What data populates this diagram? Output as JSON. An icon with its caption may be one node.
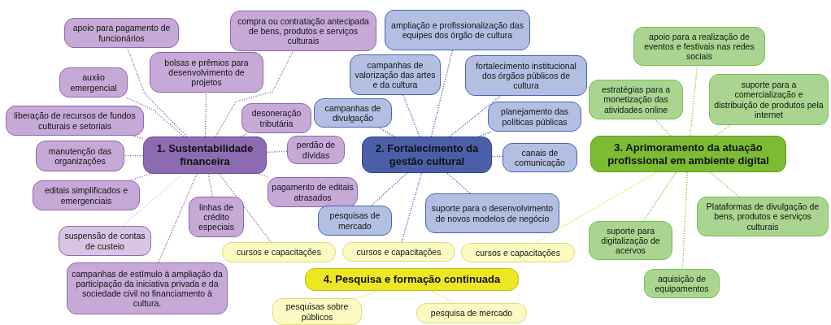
{
  "diagram": {
    "nodes": [
      {
        "text": [
          "1. Sustentabilidade financeira"
        ]
      },
      {
        "text": [
          "apoio para pagamento de funcionários"
        ]
      },
      {
        "text": [
          "compra ou contratação antecipada de bens, produtos e serviços culturais"
        ]
      },
      {
        "text": [
          "bolsas e prêmios para desenvolvimento de projetos"
        ]
      },
      {
        "text": [
          "auxiio emergencial"
        ]
      },
      {
        "text": [
          "liberação de recursos de fundos culturais e setoriais"
        ]
      },
      {
        "text": [
          "desoneração tributária"
        ]
      },
      {
        "text": [
          "perdão de dívidas"
        ]
      },
      {
        "text": [
          "manutenção das organizações"
        ]
      },
      {
        "text": [
          "editais simplificados e emergenciais"
        ]
      },
      {
        "text": [
          "pagamento de editais atrasados"
        ]
      },
      {
        "text": [
          "linhas de crédito especiais"
        ]
      },
      {
        "text": [
          "suspensão de contas de custeio"
        ]
      },
      {
        "text": [
          "campanhas de estímulo à ampliação da participação da iniciativa privada e da sociedade civil no financiamento à cultura."
        ]
      },
      {
        "text": [
          "2. Fortalecimento da gestão cultural"
        ]
      },
      {
        "text": [
          "ampliação e profissionalização das equipes dos órgão de cultura"
        ]
      },
      {
        "text": [
          "campanhas de valorização das artes e da cultura"
        ]
      },
      {
        "text": [
          "fortalecimento institucional dos órgãos públicos de cultura"
        ]
      },
      {
        "text": [
          "campanhas de divulgação"
        ]
      },
      {
        "text": [
          "planejamento das políticas públicas"
        ]
      },
      {
        "text": [
          "canais de comunicação"
        ]
      },
      {
        "text": [
          "suporte para o desenvolvimento de novos modelos de negócio"
        ]
      },
      {
        "text": [
          "pesquisas de mercado"
        ]
      },
      {
        "text": [
          "3. Aprimoramento da atuação profissional em ambiente digital"
        ]
      },
      {
        "text": [
          "apoio para a realização de eventos e festivais nas redes sociais"
        ]
      },
      {
        "text": [
          "estratégias para a monetização das atividades online"
        ]
      },
      {
        "text": [
          "suporte para a comercialização e distribuição de produtos pela internet"
        ]
      },
      {
        "text": [
          "Plataformas de divulgação de bens, produtos e serviços culturais"
        ]
      },
      {
        "text": [
          "suporte para digitalização de acervos"
        ]
      },
      {
        "text": [
          "aquisição de equipamentos"
        ]
      },
      {
        "text": [
          "cursos e capacitações"
        ]
      },
      {
        "text": [
          "cursos e capacitações"
        ]
      },
      {
        "text": [
          "cursos e capacitações"
        ]
      },
      {
        "text": [
          "4. Pesquisa e formação continuada"
        ]
      },
      {
        "text": [
          "pesquisas sobre públicos"
        ]
      },
      {
        "text": [
          "pesquisa de mercado"
        ]
      }
    ],
    "edges": [
      {
        "from": 0,
        "to": 1,
        "arrow": "none",
        "style": "dashed",
        "color": "#8f6fb3"
      },
      {
        "from": 0,
        "to": 2,
        "arrow": "none",
        "style": "dashed",
        "color": "#8f6fb3"
      },
      {
        "from": 0,
        "to": 3,
        "arrow": "none",
        "style": "dashed",
        "color": "#8f6fb3"
      },
      {
        "from": 0,
        "to": 4,
        "arrow": "none",
        "style": "dashed",
        "color": "#8f6fb3"
      },
      {
        "from": 0,
        "to": 5,
        "arrow": "none",
        "style": "dashed",
        "color": "#8f6fb3"
      },
      {
        "from": 0,
        "to": 6,
        "arrow": "none",
        "style": "dashed",
        "color": "#8f6fb3"
      },
      {
        "from": 0,
        "to": 7,
        "arrow": "none",
        "style": "dashed",
        "color": "#8f6fb3"
      },
      {
        "from": 0,
        "to": 8,
        "arrow": "none",
        "style": "dashed",
        "color": "#8f6fb3"
      },
      {
        "from": 0,
        "to": 9,
        "arrow": "none",
        "style": "dashed",
        "color": "#8f6fb3"
      },
      {
        "from": 0,
        "to": 10,
        "arrow": "none",
        "style": "dashed",
        "color": "#8f6fb3"
      },
      {
        "from": 0,
        "to": 11,
        "arrow": "none",
        "style": "dashed",
        "color": "#8f6fb3"
      },
      {
        "from": 0,
        "to": 12,
        "arrow": "none",
        "style": "dashed",
        "color": "#dcc6e8"
      },
      {
        "from": 0,
        "to": 13,
        "arrow": "none",
        "style": "dashed",
        "color": "#8f6fb3"
      },
      {
        "from": 0,
        "to": 30,
        "arrow": "none",
        "style": "dashed",
        "color": "#8f6fb3"
      },
      {
        "from": 14,
        "to": 15,
        "arrow": "none",
        "style": "dashed",
        "color": "#4a64b0"
      },
      {
        "from": 14,
        "to": 16,
        "arrow": "none",
        "style": "dashed",
        "color": "#4a64b0"
      },
      {
        "from": 14,
        "to": 17,
        "arrow": "none",
        "style": "dashed",
        "color": "#4a64b0"
      },
      {
        "from": 14,
        "to": 18,
        "arrow": "none",
        "style": "dashed",
        "color": "#4a64b0"
      },
      {
        "from": 14,
        "to": 19,
        "arrow": "none",
        "style": "dashed",
        "color": "#4a64b0"
      },
      {
        "from": 14,
        "to": 20,
        "arrow": "none",
        "style": "dashed",
        "color": "#4a64b0"
      },
      {
        "from": 14,
        "to": 21,
        "arrow": "none",
        "style": "dashed",
        "color": "#4a64b0"
      },
      {
        "from": 14,
        "to": 22,
        "arrow": "none",
        "style": "dashed",
        "color": "#4a64b0"
      },
      {
        "from": 14,
        "to": 31,
        "arrow": "none",
        "style": "dashed",
        "color": "#4a64b0"
      },
      {
        "from": 23,
        "to": 24,
        "arrow": "none",
        "style": "dashed",
        "color": "#8cc63f"
      },
      {
        "from": 23,
        "to": 25,
        "arrow": "none",
        "style": "dashed",
        "color": "#8cc63f"
      },
      {
        "from": 23,
        "to": 26,
        "arrow": "none",
        "style": "dashed",
        "color": "#8cc63f"
      },
      {
        "from": 23,
        "to": 27,
        "arrow": "none",
        "style": "dashed",
        "color": "#8cc63f"
      },
      {
        "from": 23,
        "to": 28,
        "arrow": "none",
        "style": "dashed",
        "color": "#8cc63f"
      },
      {
        "from": 23,
        "to": 29,
        "arrow": "none",
        "style": "dashed",
        "color": "#8cc63f"
      },
      {
        "from": 23,
        "to": 32,
        "arrow": "none",
        "style": "dashed",
        "color": "#e3dc3c"
      },
      {
        "from": 33,
        "to": 34,
        "arrow": "none",
        "style": "dashed",
        "color": "#e3dc3c"
      },
      {
        "from": 33,
        "to": 35,
        "arrow": "none",
        "style": "dashed",
        "color": "#e3dc3c"
      }
    ]
  }
}
